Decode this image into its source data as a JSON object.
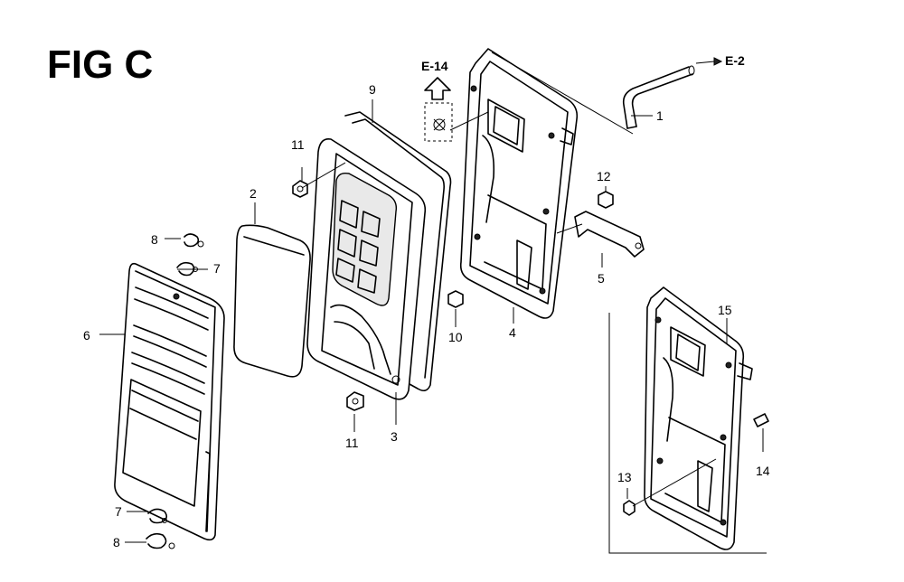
{
  "figure": {
    "title": "FIG C",
    "ref_e14": "E-14",
    "ref_e2": "E-2"
  },
  "parts": [
    {
      "label": "1"
    },
    {
      "label": "2"
    },
    {
      "label": "3"
    },
    {
      "label": "4"
    },
    {
      "label": "5"
    },
    {
      "label": "6"
    },
    {
      "label": "7"
    },
    {
      "label": "7"
    },
    {
      "label": "8"
    },
    {
      "label": "8"
    },
    {
      "label": "9"
    },
    {
      "label": "10"
    },
    {
      "label": "11"
    },
    {
      "label": "11"
    },
    {
      "label": "12"
    },
    {
      "label": "13"
    },
    {
      "label": "14"
    },
    {
      "label": "15"
    }
  ]
}
